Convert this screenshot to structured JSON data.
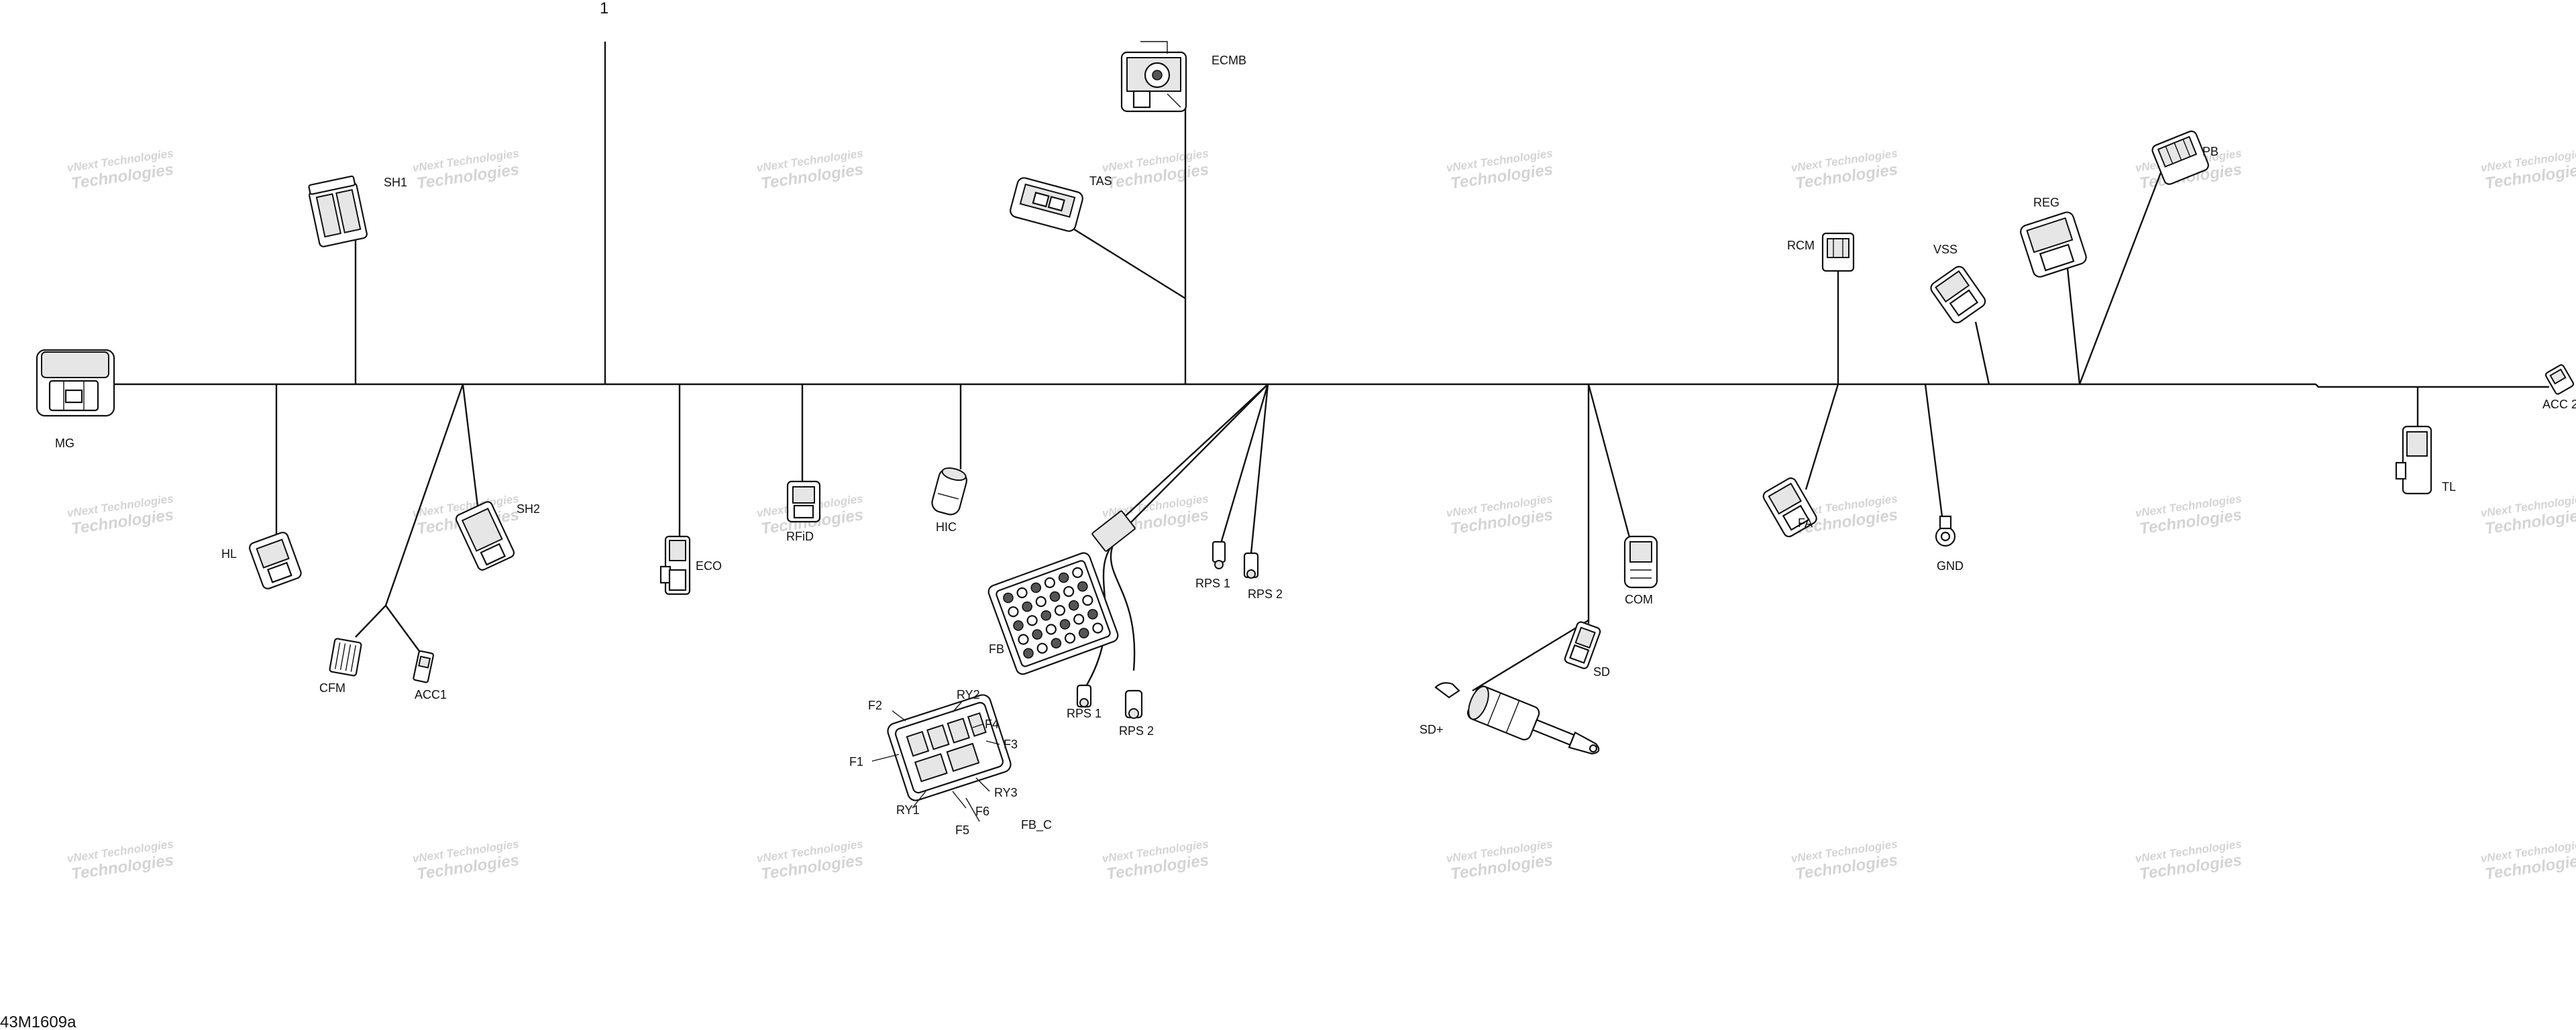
{
  "diagram": {
    "callout_number": "1",
    "figure_code": "43M1609a",
    "watermark": {
      "line1": "vNext Technologies",
      "line2": "Technologies"
    },
    "connectors": {
      "MG": "MG",
      "SH1": "SH1",
      "SH2": "SH2",
      "HL": "HL",
      "CFM": "CFM",
      "ACC1": "ACC1",
      "ECO": "ECO",
      "RFID": "RFiD",
      "HIC": "HIC",
      "ECMB": "ECMB",
      "TAS": "TAS",
      "FB": "FB",
      "RPS1_A": "RPS 1",
      "RPS2_A": "RPS 2",
      "RPS1_B": "RPS 1",
      "RPS2_B": "RPS 2",
      "F1": "F1",
      "F2": "F2",
      "F3": "F3",
      "F4": "F4",
      "F5": "F5",
      "F6": "F6",
      "RY1": "RY1",
      "RY2": "RY2",
      "RY3": "RY3",
      "FB_C": "FB_C",
      "SD": "SD",
      "SD_PLUS": "SD+",
      "COM": "COM",
      "RCM": "RCM",
      "FA": "FA",
      "VSS": "VSS",
      "GND": "GND",
      "REG": "REG",
      "PB": "PB",
      "TL": "TL",
      "ACC2": "ACC 2"
    }
  }
}
